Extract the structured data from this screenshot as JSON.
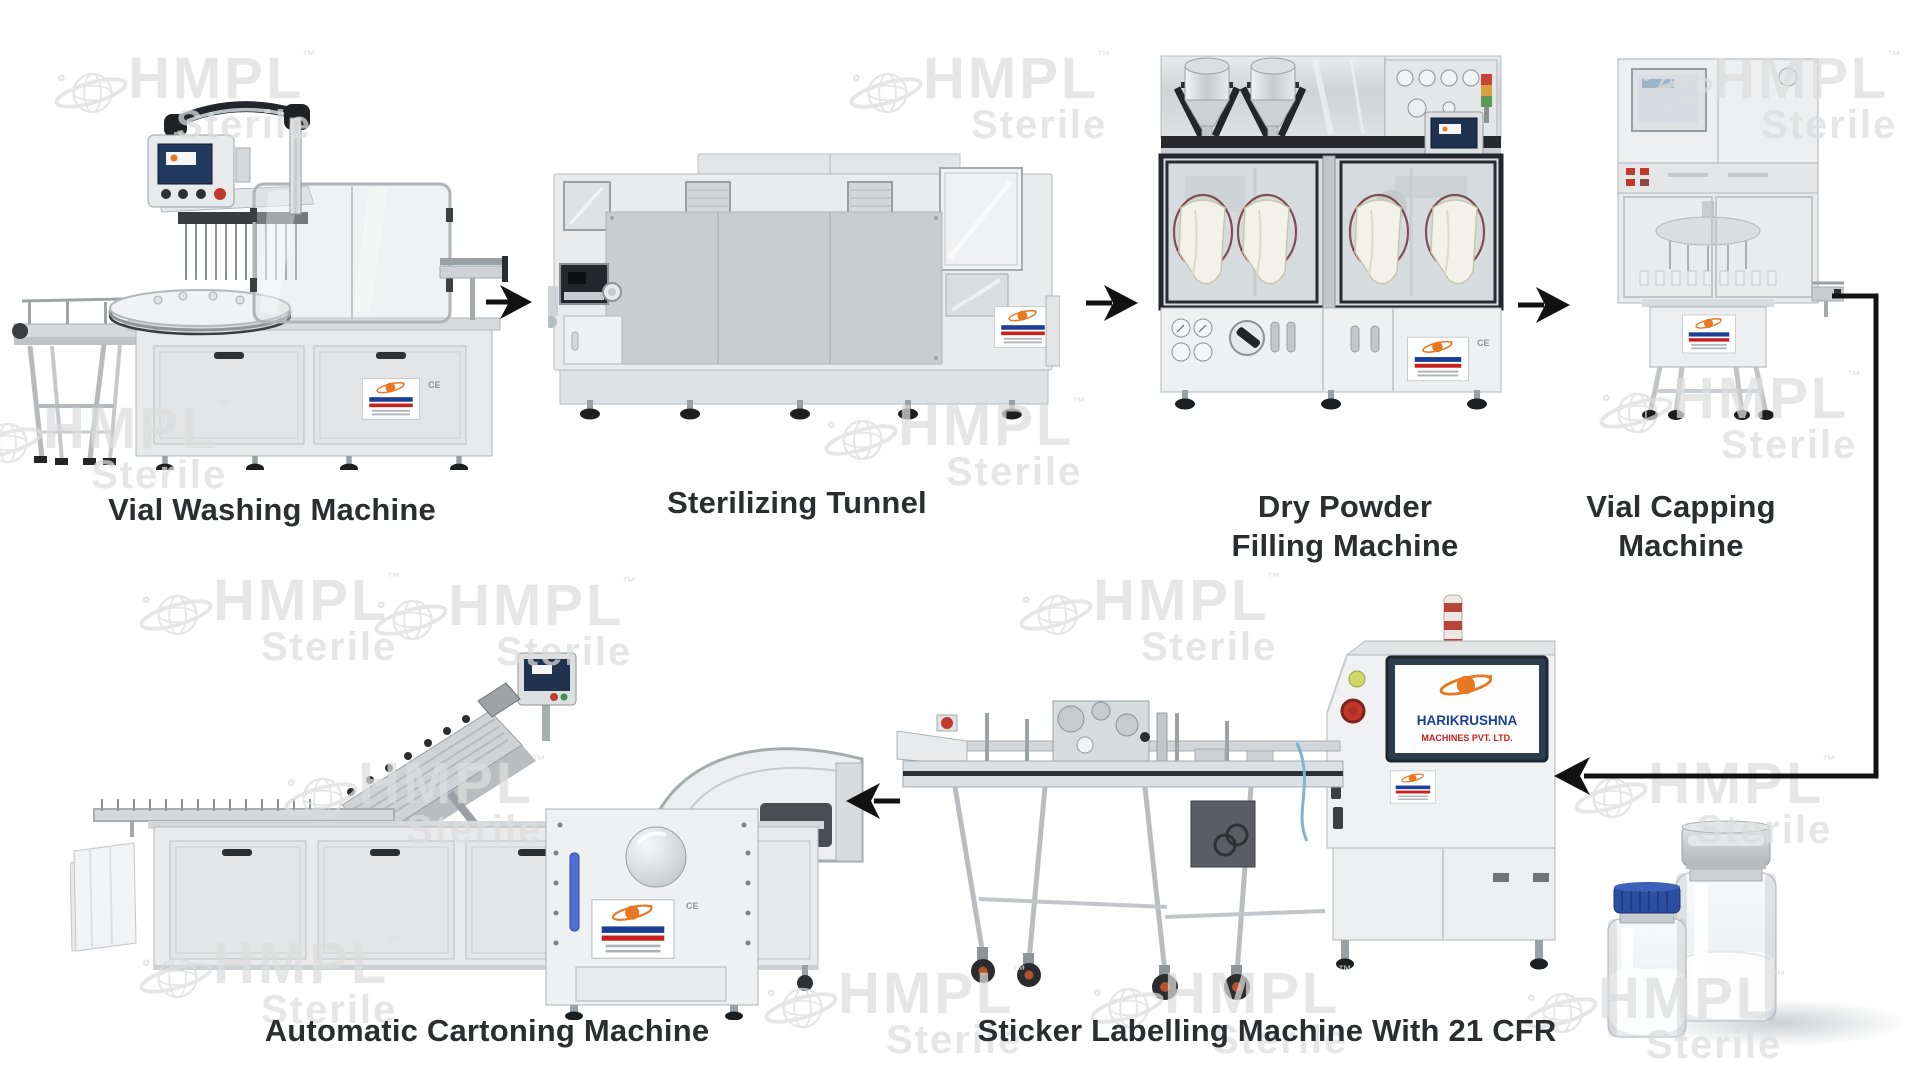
{
  "machines": {
    "vial_washing": {
      "label": "Vial Washing Machine"
    },
    "sterilizing_tunnel": {
      "label": "Sterilizing Tunnel"
    },
    "dry_powder_filling": {
      "label_line1": "Dry Powder",
      "label_line2": "Filling Machine"
    },
    "vial_capping": {
      "label_line1": "Vial Capping",
      "label_line2": "Machine"
    },
    "cartoning": {
      "label": "Automatic Cartoning Machine"
    },
    "labelling": {
      "label": "Sticker Labelling Machine With 21 CFR"
    }
  },
  "watermark": {
    "brand": "HMPL",
    "sub": "Sterile",
    "tm": "™"
  },
  "brand_plate": {
    "name": "HARIKRUSHNA",
    "sub": "MACHINES PVT. LTD."
  },
  "marks": {
    "ce": "CE"
  },
  "colors": {
    "background": "#ffffff",
    "label_text": "#2b2d2e",
    "arrow": "#121212",
    "watermark": "#dddddd",
    "logo_orange": "#e87722",
    "brand_blue": "#1b3f94",
    "brand_red": "#c8201f",
    "vial_cap_blue": "#2b4fa0"
  }
}
